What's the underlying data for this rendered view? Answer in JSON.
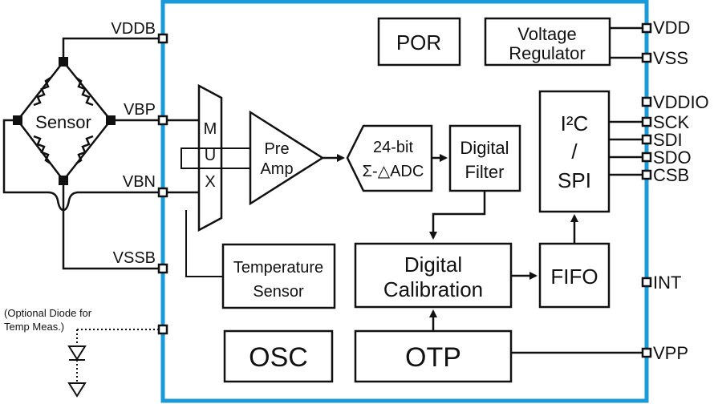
{
  "pins_left": {
    "vddb": "VDDB",
    "vbp": "VBP",
    "vbn": "VBN",
    "vssb": "VSSB"
  },
  "pins_right": {
    "vdd": "VDD",
    "vss": "VSS",
    "vddio": "VDDIO",
    "sck": "SCK",
    "sdi": "SDI",
    "sdo": "SDO",
    "csb": "CSB",
    "int": "INT",
    "vpp": "VPP"
  },
  "sensor": {
    "label": "Sensor"
  },
  "optional_diode": {
    "line1": "(Optional Diode for",
    "line2": "Temp Meas.)"
  },
  "blocks": {
    "por": "POR",
    "regulator_1": "Voltage",
    "regulator_2": "Regulator",
    "mux_1": "M",
    "mux_2": "U",
    "mux_3": "X",
    "preamp_1": "Pre",
    "preamp_2": "Amp",
    "adc_1": "24-bit",
    "adc_2": "Σ-△ADC",
    "filter_1": "Digital",
    "filter_2": "Filter",
    "iface_1": "I²C",
    "iface_2": "/",
    "iface_3": "SPI",
    "temp_1": "Temperature",
    "temp_2": "Sensor",
    "calib_1": "Digital",
    "calib_2": "Calibration",
    "fifo": "FIFO",
    "osc": "OSC",
    "otp": "OTP"
  },
  "colors": {
    "chip_border": "#1a9ad9",
    "line": "#111111"
  }
}
